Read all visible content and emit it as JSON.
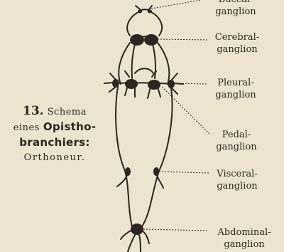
{
  "caption": {
    "number": "13.",
    "line1": "Schema",
    "line2_a": "eines",
    "line2_b": "Opistho-",
    "line3": "branchiers:",
    "line4": "Orthoneur."
  },
  "labels": [
    {
      "id": "buccal",
      "line1": "Buccal-",
      "line2": "ganglion"
    },
    {
      "id": "cerebral",
      "line1": "Cerebral-",
      "line2": "ganglion"
    },
    {
      "id": "pleural",
      "line1": "Pleural-",
      "line2": "ganglion"
    },
    {
      "id": "pedal",
      "line1": "Pedal-",
      "line2": "ganglion"
    },
    {
      "id": "visceral",
      "line1": "Visceral-",
      "line2": "ganglion"
    },
    {
      "id": "abdominal",
      "line1": "Abdominal-",
      "line2": "ganglion"
    }
  ],
  "colors": {
    "paper": "#ece4cf",
    "ink": "#2b2622"
  }
}
